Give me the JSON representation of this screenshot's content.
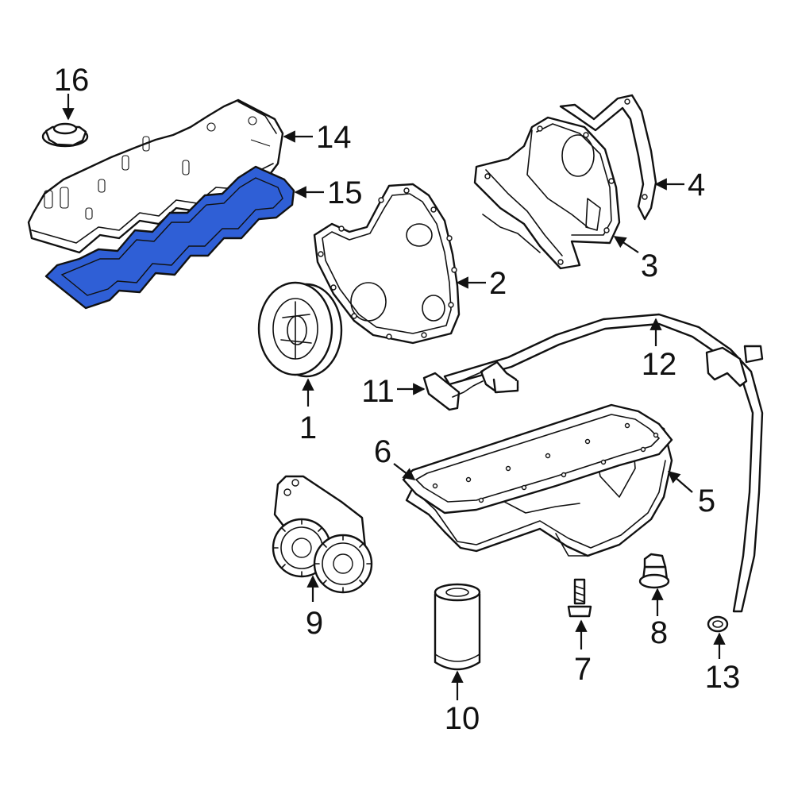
{
  "highlight_color": "#2f5fd6",
  "callouts": [
    {
      "id": "1",
      "text": "1"
    },
    {
      "id": "2",
      "text": "2"
    },
    {
      "id": "3",
      "text": "3"
    },
    {
      "id": "4",
      "text": "4"
    },
    {
      "id": "5",
      "text": "5"
    },
    {
      "id": "6",
      "text": "6"
    },
    {
      "id": "7",
      "text": "7"
    },
    {
      "id": "8",
      "text": "8"
    },
    {
      "id": "9",
      "text": "9"
    },
    {
      "id": "10",
      "text": "10"
    },
    {
      "id": "11",
      "text": "11"
    },
    {
      "id": "12",
      "text": "12"
    },
    {
      "id": "13",
      "text": "13"
    },
    {
      "id": "14",
      "text": "14"
    },
    {
      "id": "15",
      "text": "15"
    },
    {
      "id": "16",
      "text": "16"
    }
  ]
}
